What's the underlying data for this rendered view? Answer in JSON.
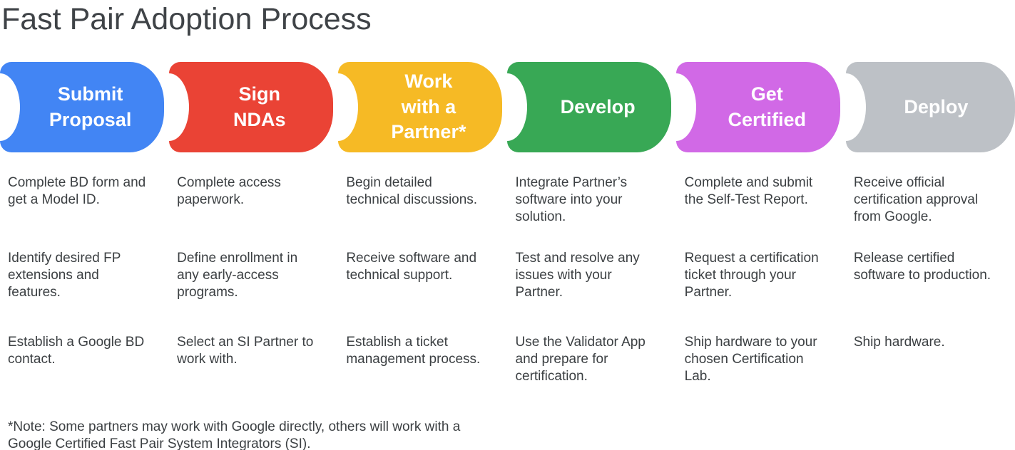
{
  "title": "Fast Pair Adoption Process",
  "colors": {
    "blue": "#4285F4",
    "red": "#EA4335",
    "yellow": "#F6BA25",
    "green": "#38A855",
    "magenta": "#D169E6",
    "gray": "#BDC1C6",
    "text": "#3C4043"
  },
  "stages": [
    {
      "label": "Submit\nProposal",
      "color": "#4285F4",
      "steps": [
        "Complete BD form and get a Model ID.",
        "Identify desired FP extensions and features.",
        "Establish a Google BD contact."
      ]
    },
    {
      "label": "Sign\nNDAs",
      "color": "#EA4335",
      "steps": [
        "Complete access paperwork.",
        "Define enrollment in any early-access programs.",
        "Select an SI Partner to work with."
      ]
    },
    {
      "label": "Work\nwith a\nPartner*",
      "color": "#F6BA25",
      "steps": [
        "Begin detailed technical discussions.",
        "Receive software and technical support.",
        "Establish a ticket management process."
      ]
    },
    {
      "label": "Develop",
      "color": "#38A855",
      "steps": [
        "Integrate Partner’s software into your solution.",
        "Test and resolve any issues with your Partner.",
        "Use the Validator App and prepare for certification."
      ]
    },
    {
      "label": "Get\nCertified",
      "color": "#D169E6",
      "steps": [
        "Complete and submit the Self-Test Report.",
        "Request a certification ticket through your Partner.",
        "Ship hardware to your chosen Certification Lab."
      ]
    },
    {
      "label": "Deploy",
      "color": "#BDC1C6",
      "steps": [
        "Receive official certification approval from Google.",
        "Release certified software to production.",
        "Ship hardware."
      ]
    }
  ],
  "note": "*Note: Some partners may work with Google directly, others will work with a\nGoogle Certified Fast Pair System Integrators (SI)."
}
